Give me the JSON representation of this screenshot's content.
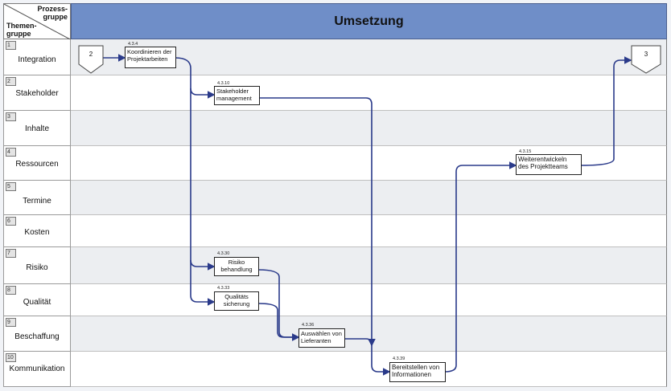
{
  "corner": {
    "top_line1": "Prozess-",
    "top_line2": "gruppe",
    "bottom_line1": "Themen-",
    "bottom_line2": "gruppe"
  },
  "header": {
    "title": "Umsetzung"
  },
  "lanes": [
    {
      "num": "1",
      "name": "Integration"
    },
    {
      "num": "2",
      "name": "Stakeholder"
    },
    {
      "num": "3",
      "name": "Inhalte"
    },
    {
      "num": "4",
      "name": "Ressourcen"
    },
    {
      "num": "5",
      "name": "Termine"
    },
    {
      "num": "6",
      "name": "Kosten"
    },
    {
      "num": "7",
      "name": "Risiko"
    },
    {
      "num": "8",
      "name": "Qualität"
    },
    {
      "num": "9",
      "name": "Beschaffung"
    },
    {
      "num": "10",
      "name": "Kommunikation"
    }
  ],
  "connectors": {
    "in": "2",
    "out": "3"
  },
  "processes": [
    {
      "id": "4.3.4",
      "line1": "Koordinieren der",
      "line2": "Projektarbeiten"
    },
    {
      "id": "4.3.10",
      "line1": "Stakeholder",
      "line2": "management"
    },
    {
      "id": "4.3.15",
      "line1": "Weiterentwickeln",
      "line2": "des Projektteams"
    },
    {
      "id": "4.3.30",
      "line1": "Risiko",
      "line2": "behandlung"
    },
    {
      "id": "4.3.33",
      "line1": "Qualitäts",
      "line2": "sicherung"
    },
    {
      "id": "4.3.36",
      "line1": "Auswählen von",
      "line2": "Lieferanten"
    },
    {
      "id": "4.3.39",
      "line1": "Bereitstellen von",
      "line2": "Informationen"
    }
  ],
  "colors": {
    "header": "#6f8ec8",
    "arrow": "#2a3a8a",
    "lane_shaded": "#eceef1"
  }
}
